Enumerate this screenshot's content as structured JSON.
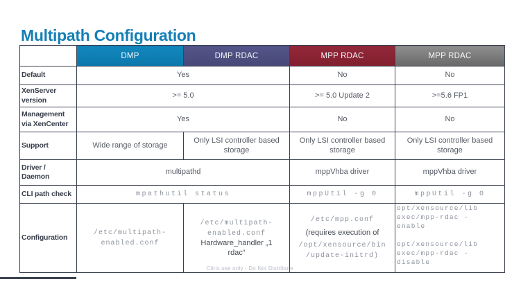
{
  "title": "Multipath Configuration",
  "watermark": "Citrix use only - Do Not Distribute",
  "colors": {
    "title_blue": "#1580B5",
    "header_dmp": "#0F80B5",
    "header_dmp_rdac": "#4E4F80",
    "header_mpp_rdac": "#8C2433",
    "header_mpp_rdac_alt": "#767676",
    "grid_border": "#3B4150",
    "mono_text": "#8C929D"
  },
  "table": {
    "headers": {
      "dmp": "DMP",
      "dmp_rdac": "DMP RDAC",
      "mpp_rdac": "MPP RDAC",
      "mpp_rdac_alt": "MPP RDAC"
    },
    "rows": {
      "default": {
        "label": "Default",
        "dmp_dmprdac": "Yes",
        "mpp_rdac": "No",
        "mpp_rdac_alt": "No"
      },
      "xenserver_version": {
        "label": "XenServer version",
        "dmp_dmprdac": ">= 5.0",
        "mpp_rdac": ">= 5.0 Update 2",
        "mpp_rdac_alt": ">=5.6 FP1"
      },
      "management": {
        "label": "Management via XenCenter",
        "dmp_dmprdac": "Yes",
        "mpp_rdac": "No",
        "mpp_rdac_alt": "No"
      },
      "support": {
        "label": "Support",
        "dmp": "Wide range of storage",
        "dmp_rdac": "Only LSI controller based storage",
        "mpp_rdac": "Only LSI controller based storage",
        "mpp_rdac_alt": "Only LSI controller based storage"
      },
      "driver_daemon": {
        "label": "Driver / Daemon",
        "dmp_dmprdac": "multipathd",
        "mpp_rdac": "mppVhba driver",
        "mpp_rdac_alt": "mppVhba driver"
      },
      "cli_path_check": {
        "label": "CLI path check",
        "dmp_dmprdac": "mpathutil status",
        "mpp_rdac": "mppUtil -g 0",
        "mpp_rdac_alt": "mppUtil -g 0"
      },
      "configuration": {
        "label": "Configuration",
        "dmp": {
          "line1": "/etc/multipath-",
          "line2": "enabled.conf"
        },
        "dmp_rdac": {
          "line1": "/etc/multipath-",
          "line2": "enabled.conf",
          "line3": "Hardware_handler „1",
          "line4": "rdac“"
        },
        "mpp_rdac": {
          "line1": "/etc/mpp.conf",
          "line2": "(requires execution of",
          "line3": "/opt/xensource/bin",
          "line4": "/update-initrd)"
        },
        "mpp_rdac_alt": {
          "line1": "opt/xensource/lib",
          "line2": "exec/mpp-rdac -",
          "line3": "enable",
          "line4": "opt/xensource/lib",
          "line5": "exec/mpp-rdac -",
          "line6": "disable"
        }
      }
    }
  }
}
